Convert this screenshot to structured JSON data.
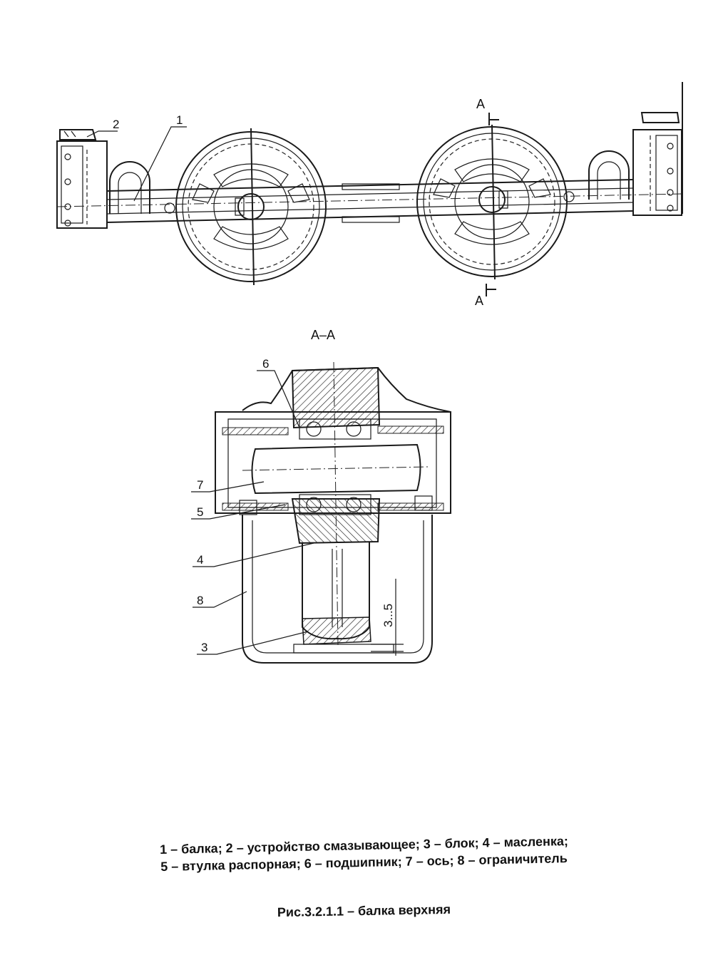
{
  "diagram": {
    "view_labels": {
      "section_mark_top": "A",
      "section_mark_bottom": "A",
      "section_title": "А–А"
    },
    "callouts_top": [
      "1",
      "2"
    ],
    "callouts_section": [
      "6",
      "7",
      "5",
      "4",
      "8",
      "3"
    ],
    "dimension": "3...5"
  },
  "legend": {
    "line1": "1 – балка; 2 – устройство смазывающее;  3 – блок; 4 – масленка;",
    "line2": "5 – втулка  распорная; 6 – подшипник; 7 – ось; 8 – ограничитель"
  },
  "figure_title": "Рис.3.2.1.1 – балка верхняя"
}
